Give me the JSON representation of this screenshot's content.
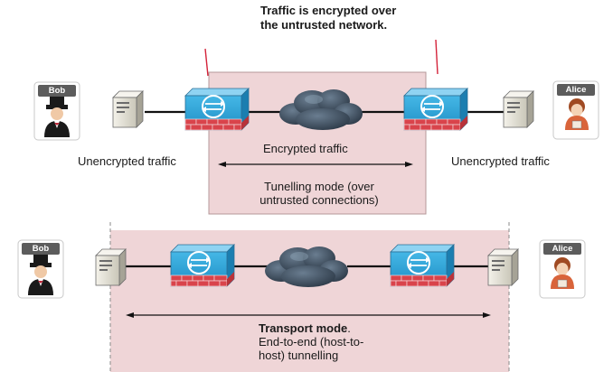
{
  "top_caption": "Traffic is encrypted over the untrusted network.",
  "tunnel": {
    "bob": "Bob",
    "alice": "Alice",
    "left_traffic": "Unencrypted traffic",
    "right_traffic": "Unencrypted traffic",
    "encrypted_traffic": "Encrypted traffic",
    "mode_line1": "Tunelling mode (over",
    "mode_line2": "untrusted connections)"
  },
  "transport": {
    "bob": "Bob",
    "alice": "Alice",
    "mode_title": "Transport mode",
    "mode_title_suffix": ".",
    "mode_line1": "End-to-end (host-to-",
    "mode_line2": "host) tunnelling"
  },
  "colors": {
    "zone_fill": "#efd5d7",
    "device_blue": "#2ea2d6",
    "brick_red": "#d9434b",
    "cloud_dark": "#3f4f60"
  },
  "icons": [
    "person-bob-icon",
    "person-alice-icon",
    "server-icon",
    "firewall-vpn-icon",
    "cloud-icon"
  ]
}
